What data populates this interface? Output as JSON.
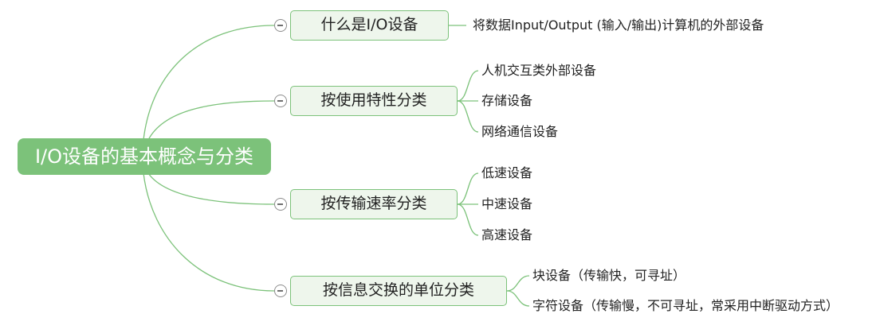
{
  "mindmap": {
    "root": "I/O设备的基本概念与分类",
    "branches": [
      {
        "label": "什么是I/O设备",
        "children": [
          "将数据Input/Output (输入/输出)计算机的外部设备"
        ]
      },
      {
        "label": "按使用特性分类",
        "children": [
          "人机交互类外部设备",
          "存储设备",
          "网络通信设备"
        ]
      },
      {
        "label": "按传输速率分类",
        "children": [
          "低速设备",
          "中速设备",
          "高速设备"
        ]
      },
      {
        "label": "按信息交换的单位分类",
        "children": [
          "块设备（传输快，可寻址）",
          "字符设备（传输慢，不可寻址，常采用中断驱动方式）"
        ]
      }
    ]
  },
  "icons": {
    "collapse": "collapse-minus-icon"
  },
  "colors": {
    "root_fill": "#7cc27a",
    "branch_fill": "#eef6ec",
    "branch_border": "#7cc27a",
    "line": "#7cc27a"
  }
}
